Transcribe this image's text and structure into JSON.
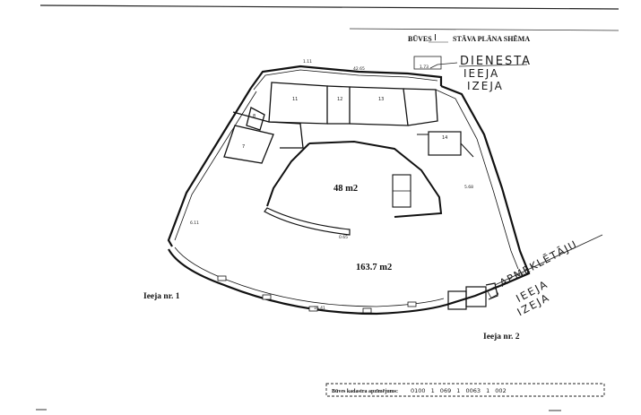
{
  "header": {
    "title_prefix": "BŪVES",
    "title_floor": "I",
    "title_suffix": "STĀVA PLĀNA SHĒMA"
  },
  "annotations": {
    "staff_entrance": [
      "DIENESTA",
      "IEEJA",
      "IZEJA"
    ],
    "visitor_entrance": [
      "APMEKLĒTĀJU",
      "IEEJA",
      "IZEJA"
    ]
  },
  "areas": {
    "inner": "48 m2",
    "main": "163.7 m2"
  },
  "entrances": {
    "entrance_1": "Ieeja nr. 1",
    "entrance_2": "Ieeja nr. 2"
  },
  "footer": {
    "cadastre_label": "Būves kadastra apzīmējums:",
    "cadastre_value": "0100 1 069 1 0063 1 002"
  }
}
